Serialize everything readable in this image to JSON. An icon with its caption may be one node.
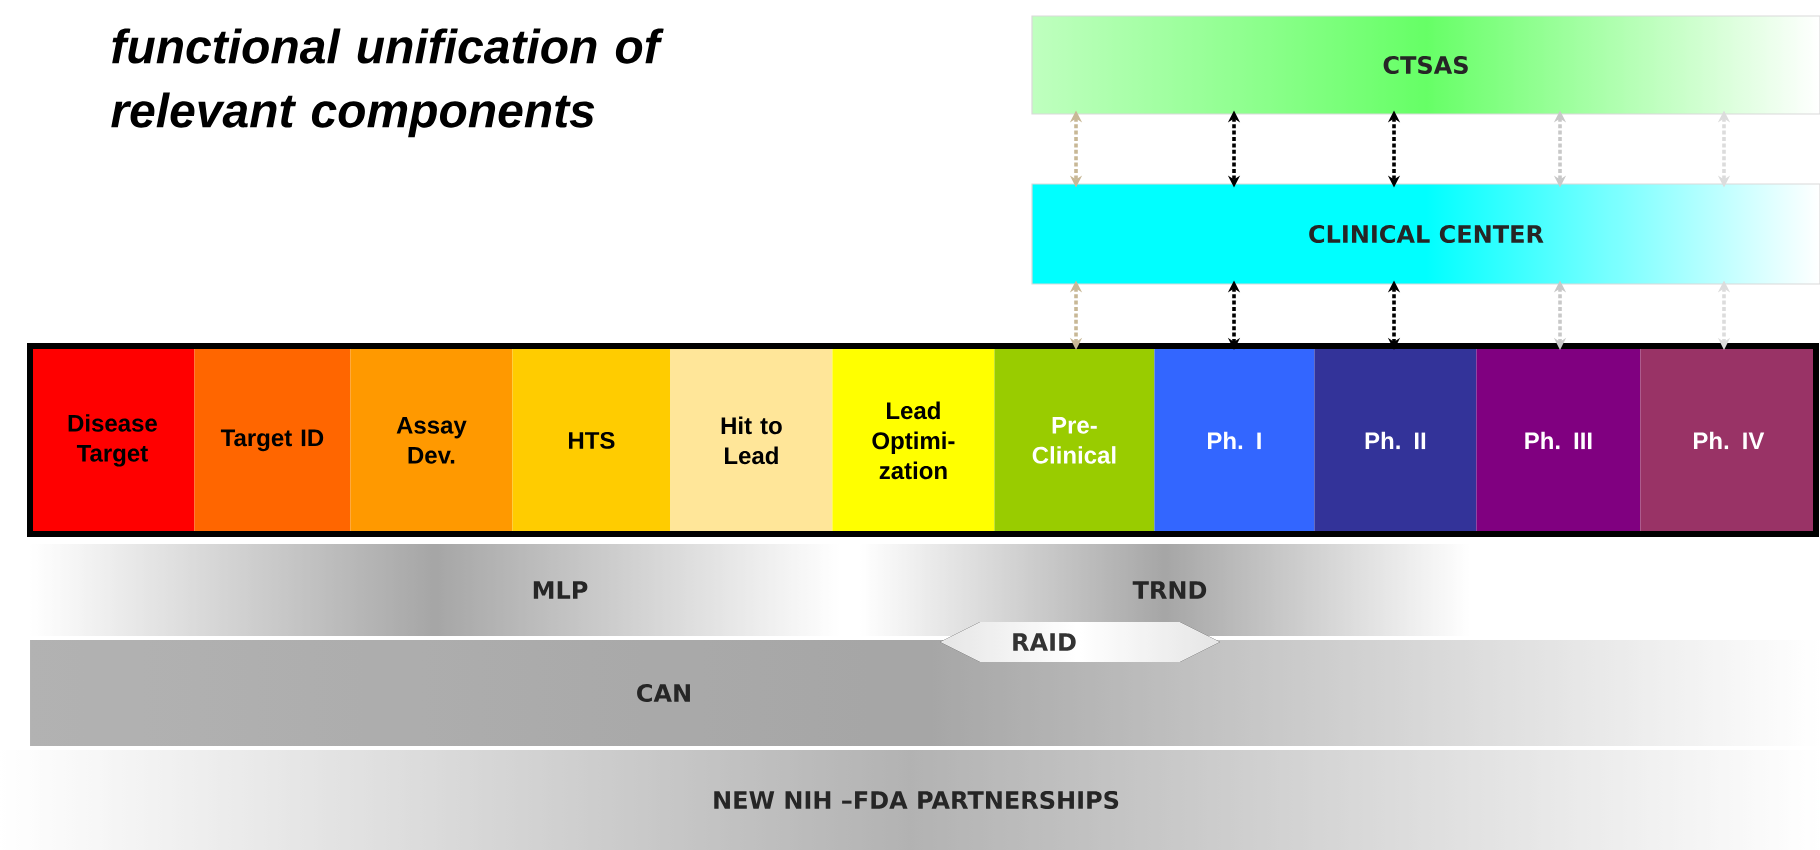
{
  "diagram": {
    "title": "functional unification of relevant components",
    "nodes": [
      {
        "text": [
          "CTSAS"
        ]
      },
      {
        "text": [
          "CLINICAL CENTER"
        ]
      },
      {
        "text": [
          "Disease Target"
        ]
      },
      {
        "text": [
          "Target ID"
        ]
      },
      {
        "text": [
          "Assay Dev."
        ]
      },
      {
        "text": [
          "HTS"
        ]
      },
      {
        "text": [
          "Hit to Lead"
        ]
      },
      {
        "text": [
          "Lead Optimi- zation"
        ]
      },
      {
        "text": [
          "Pre- Clinical"
        ]
      },
      {
        "text": [
          "Ph. I"
        ]
      },
      {
        "text": [
          "Ph. II"
        ]
      },
      {
        "text": [
          "Ph. III"
        ]
      },
      {
        "text": [
          "Ph. IV"
        ]
      },
      {
        "text": [
          "MLP"
        ]
      },
      {
        "text": [
          "TRND"
        ]
      },
      {
        "text": [
          "RAID"
        ]
      },
      {
        "text": [
          "CAN"
        ]
      },
      {
        "text": [
          "NEW NIH –FDA PARTNERSHIPS"
        ]
      }
    ],
    "edges": [
      {
        "from": 0,
        "to": 1,
        "arrow": "both",
        "color": "#c8b896"
      },
      {
        "from": 0,
        "to": 1,
        "arrow": "both"
      },
      {
        "from": 0,
        "to": 1,
        "arrow": "both"
      },
      {
        "from": 0,
        "to": 1,
        "arrow": "both",
        "color": "#c8c8c8"
      },
      {
        "from": 0,
        "to": 1,
        "arrow": "both",
        "color": "#dcdcdc"
      },
      {
        "from": 1,
        "to": 8,
        "arrow": "both",
        "color": "#c8b896"
      },
      {
        "from": 1,
        "to": 9,
        "arrow": "both"
      },
      {
        "from": 1,
        "to": 10,
        "arrow": "both"
      },
      {
        "from": 1,
        "to": 11,
        "arrow": "both",
        "color": "#c8c8c8"
      },
      {
        "from": 1,
        "to": 12,
        "arrow": "both",
        "color": "#dcdcdc"
      }
    ]
  }
}
